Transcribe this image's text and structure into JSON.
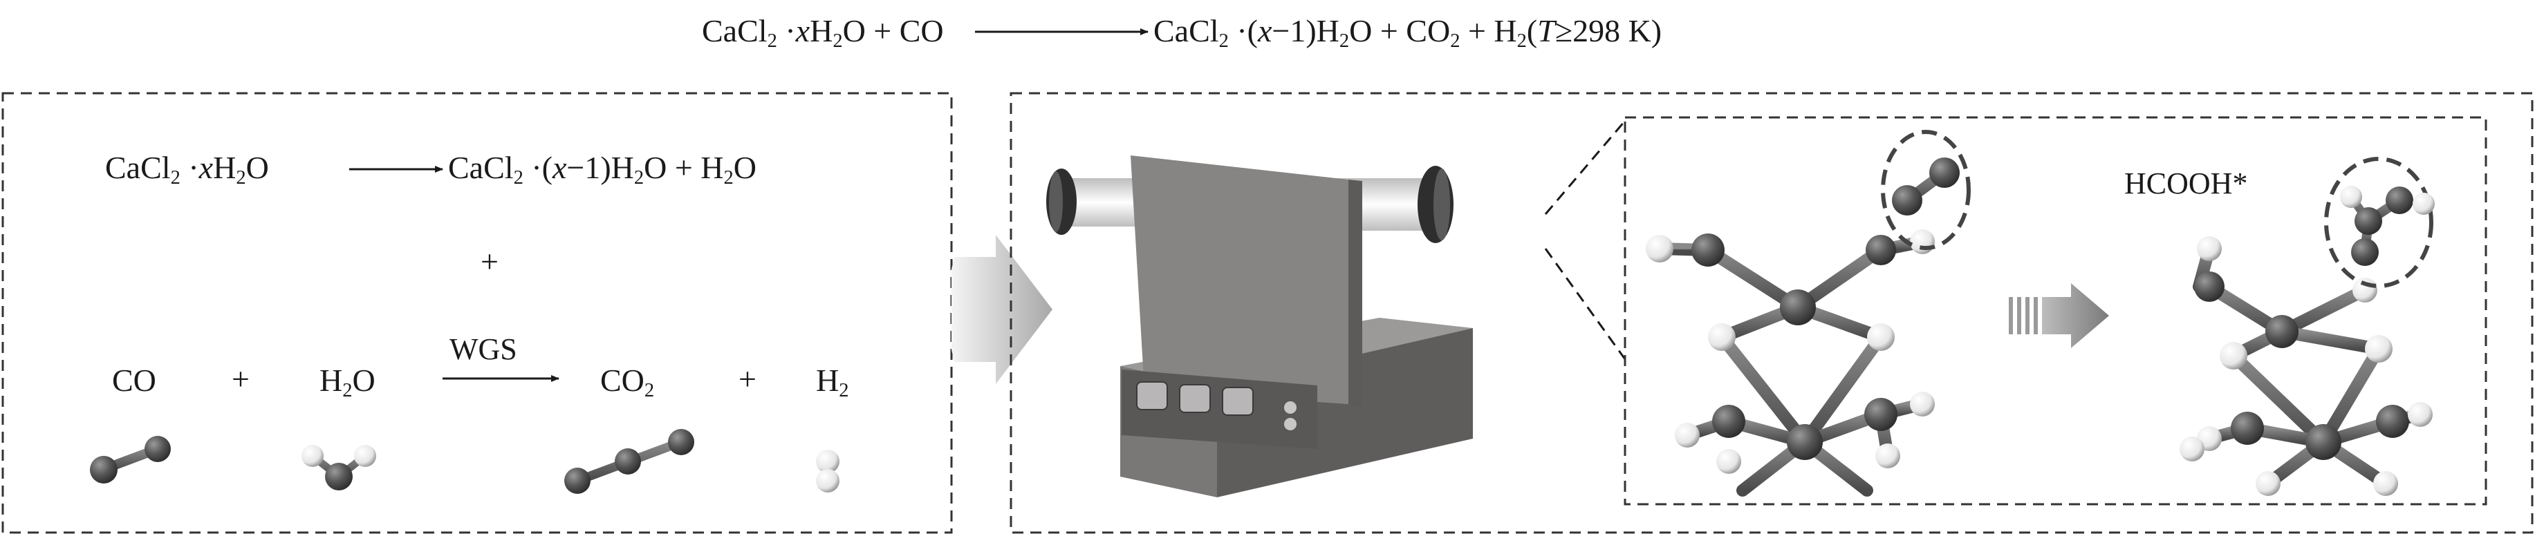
{
  "top_equation": {
    "p1": "CaCl",
    "s1": "2",
    "p2": " ·",
    "x1": "x",
    "p3": "H",
    "s2": "2",
    "p4": "O + CO",
    "p5": "CaCl",
    "s3": "2",
    "p6": " ·(",
    "x2": "x",
    "p7": "−1)H",
    "s4": "2",
    "p8": "O + CO",
    "s5": "2",
    "p9": " + H",
    "s6": "2",
    "p10": "(",
    "T": "T",
    "p11": "≥298 K)"
  },
  "left_panel": {
    "eq1": {
      "p1": "CaCl",
      "s1": "2",
      "p2": " ·",
      "x1": "x",
      "p3": "H",
      "s2": "2",
      "p4": "O",
      "p5": "CaCl",
      "s3": "2",
      "p6": " ·(",
      "x2": "x",
      "p7": "−1)H",
      "s4": "2",
      "p8": "O + H",
      "s5": "2",
      "p9": "O"
    },
    "plus": "+",
    "wgs": {
      "co": "CO",
      "plus1": "+",
      "h2o_a": "H",
      "h2o_s": "2",
      "h2o_b": "O",
      "arrow_label": "WGS",
      "co2_a": "CO",
      "co2_s": "2",
      "plus2": "+",
      "h2_a": "H",
      "h2_s": "2"
    }
  },
  "right_panel": {
    "product_label": "HCOOH*"
  },
  "colors": {
    "dark_atom": "#4e4e4e",
    "light_atom": "#f2f2f2",
    "dashed_border": "#333333",
    "machine_body": "#6d6a6a",
    "machine_panel": "#8a8787"
  }
}
